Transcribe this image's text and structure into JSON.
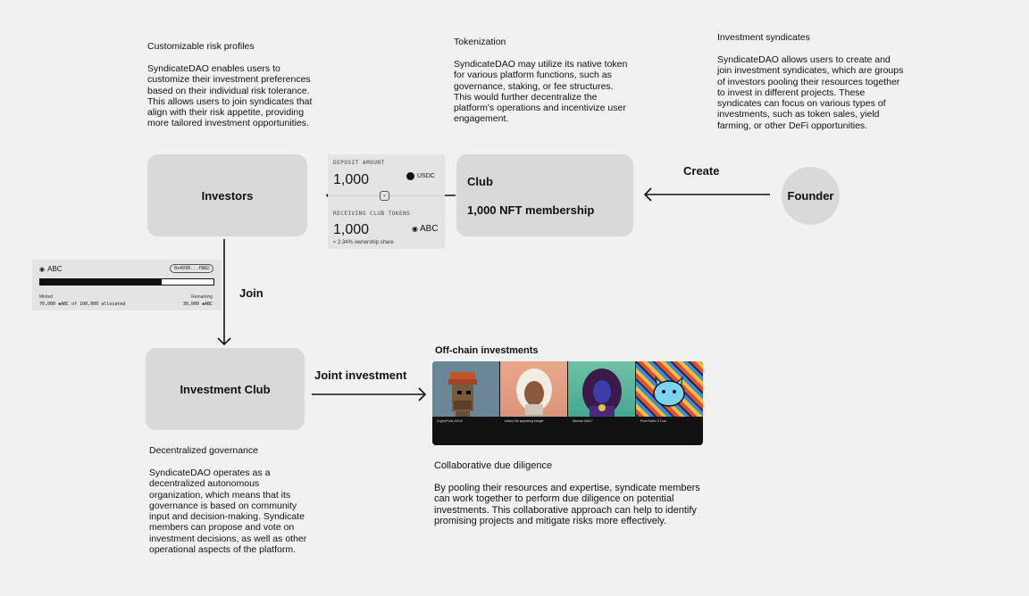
{
  "notes": {
    "risk": {
      "title": "Customizable risk profiles",
      "body": "SyndicateDAO enables users to customize their investment preferences based on their individual risk tolerance. This allows users to join syndicates that align with their risk appetite, providing more tailored investment opportunities."
    },
    "tokenization": {
      "title": "Tokenization",
      "body": "SyndicateDAO may utilize its native token for various platform functions, such as governance, staking, or fee structures. This would further decentralize the platform's operations and incentivize user engagement."
    },
    "syndicates": {
      "title": "Investment syndicates",
      "body": "SyndicateDAO allows users to create and join investment syndicates, which are groups of investors pooling their resources together to invest in different projects. These syndicates can focus on various types of investments, such as token sales, yield farming, or other DeFi opportunities."
    },
    "governance": {
      "title": "Decentralized governance",
      "body": "SyndicateDAO operates as a decentralized autonomous organization, which means that its governance is based on community input and decision-making. Syndicate members can propose and vote on investment decisions, as well as other operational aspects of the platform."
    },
    "diligence": {
      "title": "Collaborative due diligence",
      "body": "By pooling their resources and expertise, syndicate members can work together to perform due diligence on potential investments. This collaborative approach can help to identify promising projects and mitigate risks more effectively."
    }
  },
  "nodes": {
    "investors": "Investors",
    "club_title": "Club",
    "club_subtitle": "1,000 NFT  membership",
    "founder": "Founder",
    "investment_club": "Investment Club"
  },
  "edges": {
    "create": "Create",
    "join": "Join",
    "joint_investment": "Joint investment"
  },
  "deposit_card": {
    "deposit_label": "DEPOSIT AMOUNT",
    "deposit_value": "1,000",
    "deposit_currency": "USDC",
    "receiving_label": "RECEIVING CLUB TOKENS",
    "receiving_value": "1,000",
    "receiving_token": "ABC",
    "ownership": "≈ 2.34% ownership share"
  },
  "mint_card": {
    "token": "ABC",
    "address": "0x4930...f882",
    "minted_label": "Minted",
    "remaining_label": "Remaining",
    "minted_value": "70,000 ✱ABC of 100,000 allocated",
    "remaining_value": "30,000 ✱ABC",
    "progress": 0.7
  },
  "offchain": {
    "title": "Off-chain investments",
    "items": [
      {
        "name": "CryptoPunk #3210"
      },
      {
        "name": "luthicy the appealing bangle"
      },
      {
        "name": "Woman #6617"
      },
      {
        "name": "Pixel Radio X Cow"
      }
    ]
  }
}
